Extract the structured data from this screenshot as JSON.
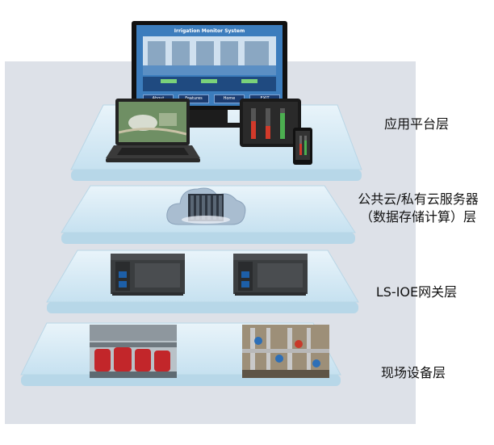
{
  "layers": [
    {
      "id": "application",
      "label": "应用平台层"
    },
    {
      "id": "cloud",
      "label_lines": [
        "公共云/私有云服务器",
        "（数据存储计算）层"
      ]
    },
    {
      "id": "gateway",
      "label": "LS-IOE网关层"
    },
    {
      "id": "field",
      "label": "现场设备层"
    }
  ],
  "monitor": {
    "title": "Irrigation Monitor System",
    "buttons": [
      "About",
      "Features",
      "Home",
      "EXIT"
    ]
  },
  "colors": {
    "panel_bg": "#dde1e8",
    "plate_top": "#cfe6f3",
    "plate_edge": "#a8cde0",
    "plc_body": "#3a3d3f",
    "cloud": "#a9bdd0"
  }
}
